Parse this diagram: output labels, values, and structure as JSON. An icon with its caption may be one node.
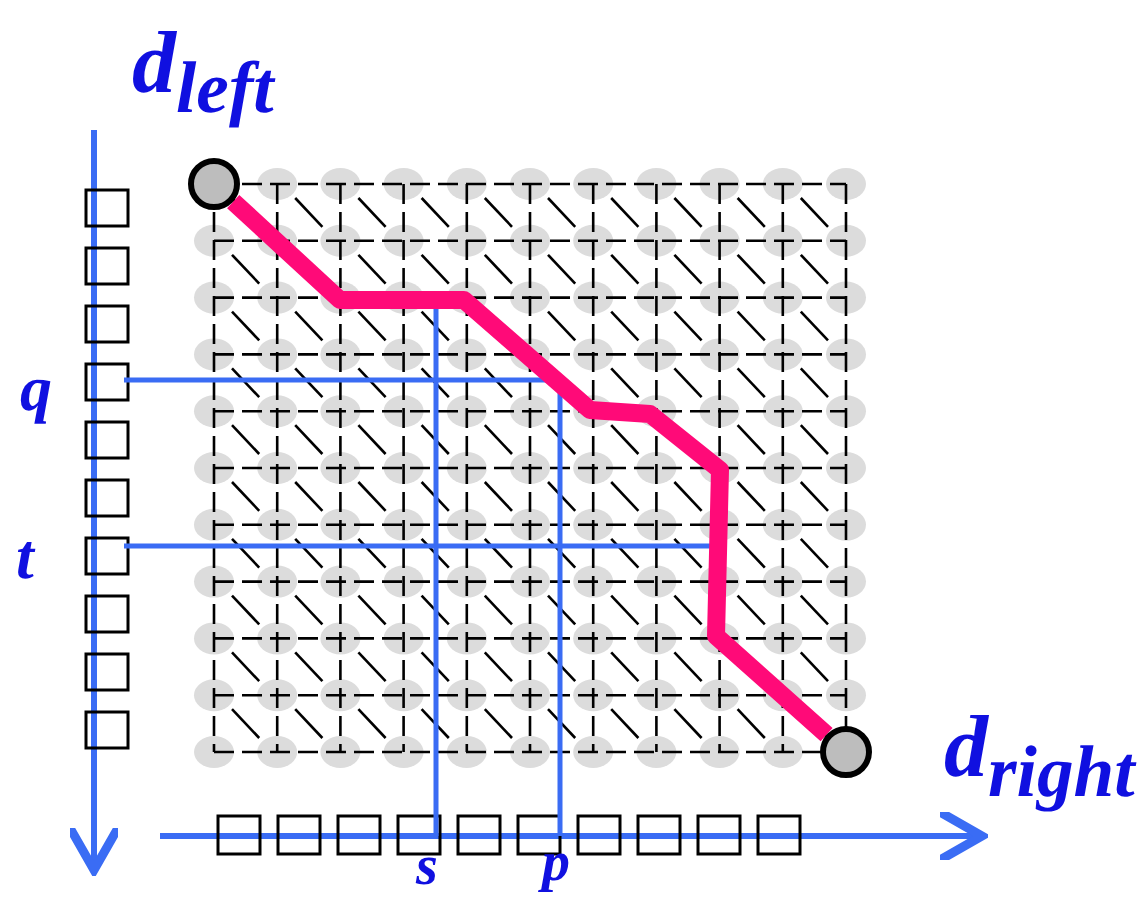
{
  "diagram": {
    "nodes": [
      {
        "text": [],
        "shape": "circle"
      },
      {
        "text": [],
        "shape": "circle"
      }
    ],
    "edges": [
      {
        "from": 0,
        "to": 1,
        "arrow": "none"
      }
    ],
    "labels": [
      "d$_{left}$",
      "q",
      "t",
      "d$_{right}$",
      "s",
      "p"
    ]
  }
}
